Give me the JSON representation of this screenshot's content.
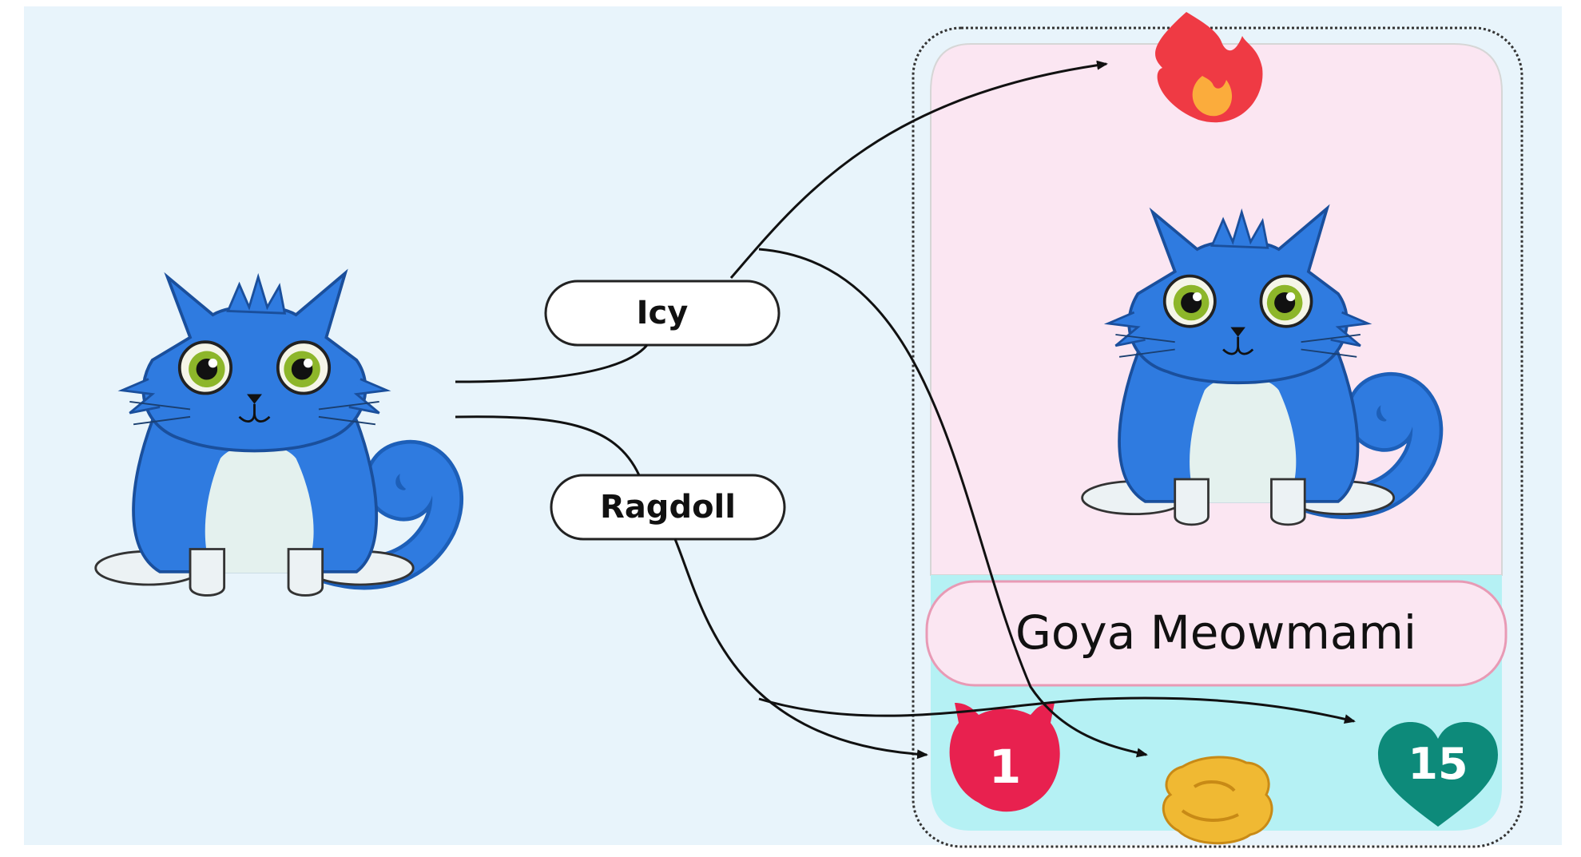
{
  "labels": {
    "trait_1": "Icy",
    "trait_2": "Ragdoll",
    "card_name": "Goya Meowmami",
    "generation": "1",
    "likes": "15"
  },
  "icons": {
    "flame": "flame-icon",
    "generation_badge": "cat-head-badge-icon",
    "cooldown": "gold-nugget-icon",
    "likes": "heart-icon"
  },
  "colors": {
    "background": "#e8f4fb",
    "card_pink": "#fbe6f2",
    "card_cyan": "#b5f1f4",
    "cat_blue": "#2f7be0",
    "cat_belly": "#e4f1ee",
    "badge_red": "#e8214f",
    "heart_teal": "#0d8a7a",
    "flame_red": "#ef3a44",
    "nugget_gold": "#f0b933"
  }
}
